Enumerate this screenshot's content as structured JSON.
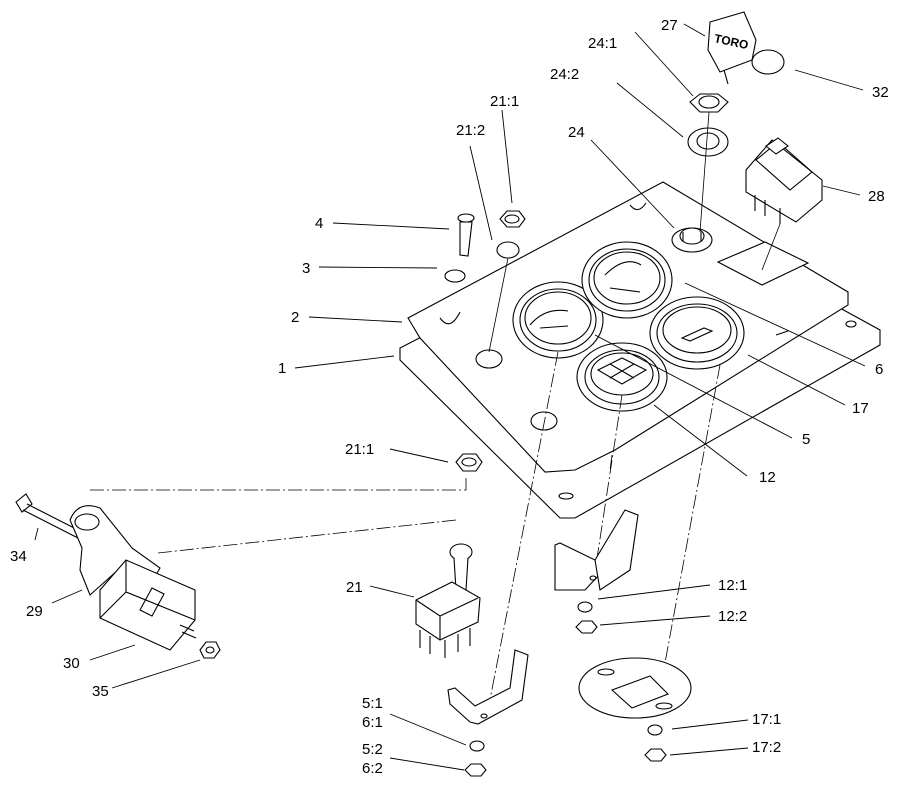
{
  "callouts": {
    "c1": "1",
    "c2": "2",
    "c3": "3",
    "c4": "4",
    "c5": "5",
    "c6": "6",
    "c12": "12",
    "c17": "17",
    "c21": "21",
    "c21_1_top": "21:1",
    "c21_2": "21:2",
    "c21_1_low": "21:1",
    "c24": "24",
    "c24_1": "24:1",
    "c24_2": "24:2",
    "c27": "27",
    "c28": "28",
    "c29": "29",
    "c30": "30",
    "c32": "32",
    "c34": "34",
    "c35": "35",
    "c12_1": "12:1",
    "c12_2": "12:2",
    "c17_1": "17:1",
    "c17_2": "17:2",
    "c5_1": "5:1",
    "c6_1": "6:1",
    "c5_2": "5:2",
    "c6_2": "6:2"
  },
  "key_tag": "TORO"
}
